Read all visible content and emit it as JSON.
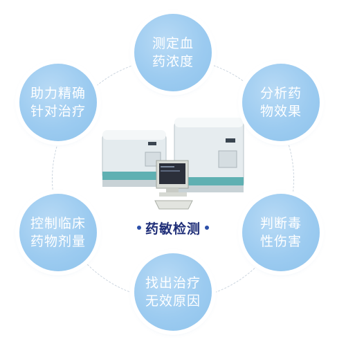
{
  "center": {
    "label": "药敏检测"
  },
  "nodes": [
    {
      "id": "top",
      "lines": [
        "测定血",
        "药浓度"
      ]
    },
    {
      "id": "tl",
      "lines": [
        "助力精确",
        "针对治疗"
      ]
    },
    {
      "id": "tr",
      "lines": [
        "分析药",
        "物效果"
      ]
    },
    {
      "id": "ml",
      "lines": [
        "控制临床",
        "药物剂量"
      ]
    },
    {
      "id": "mr",
      "lines": [
        "判断毒",
        "性伤害"
      ]
    },
    {
      "id": "bot",
      "lines": [
        "找出治疗",
        "无效原因"
      ]
    }
  ],
  "colors": {
    "bubble": "#9ccbf0",
    "center_text": "#1f2e78",
    "ring": "#c9d3dd"
  }
}
